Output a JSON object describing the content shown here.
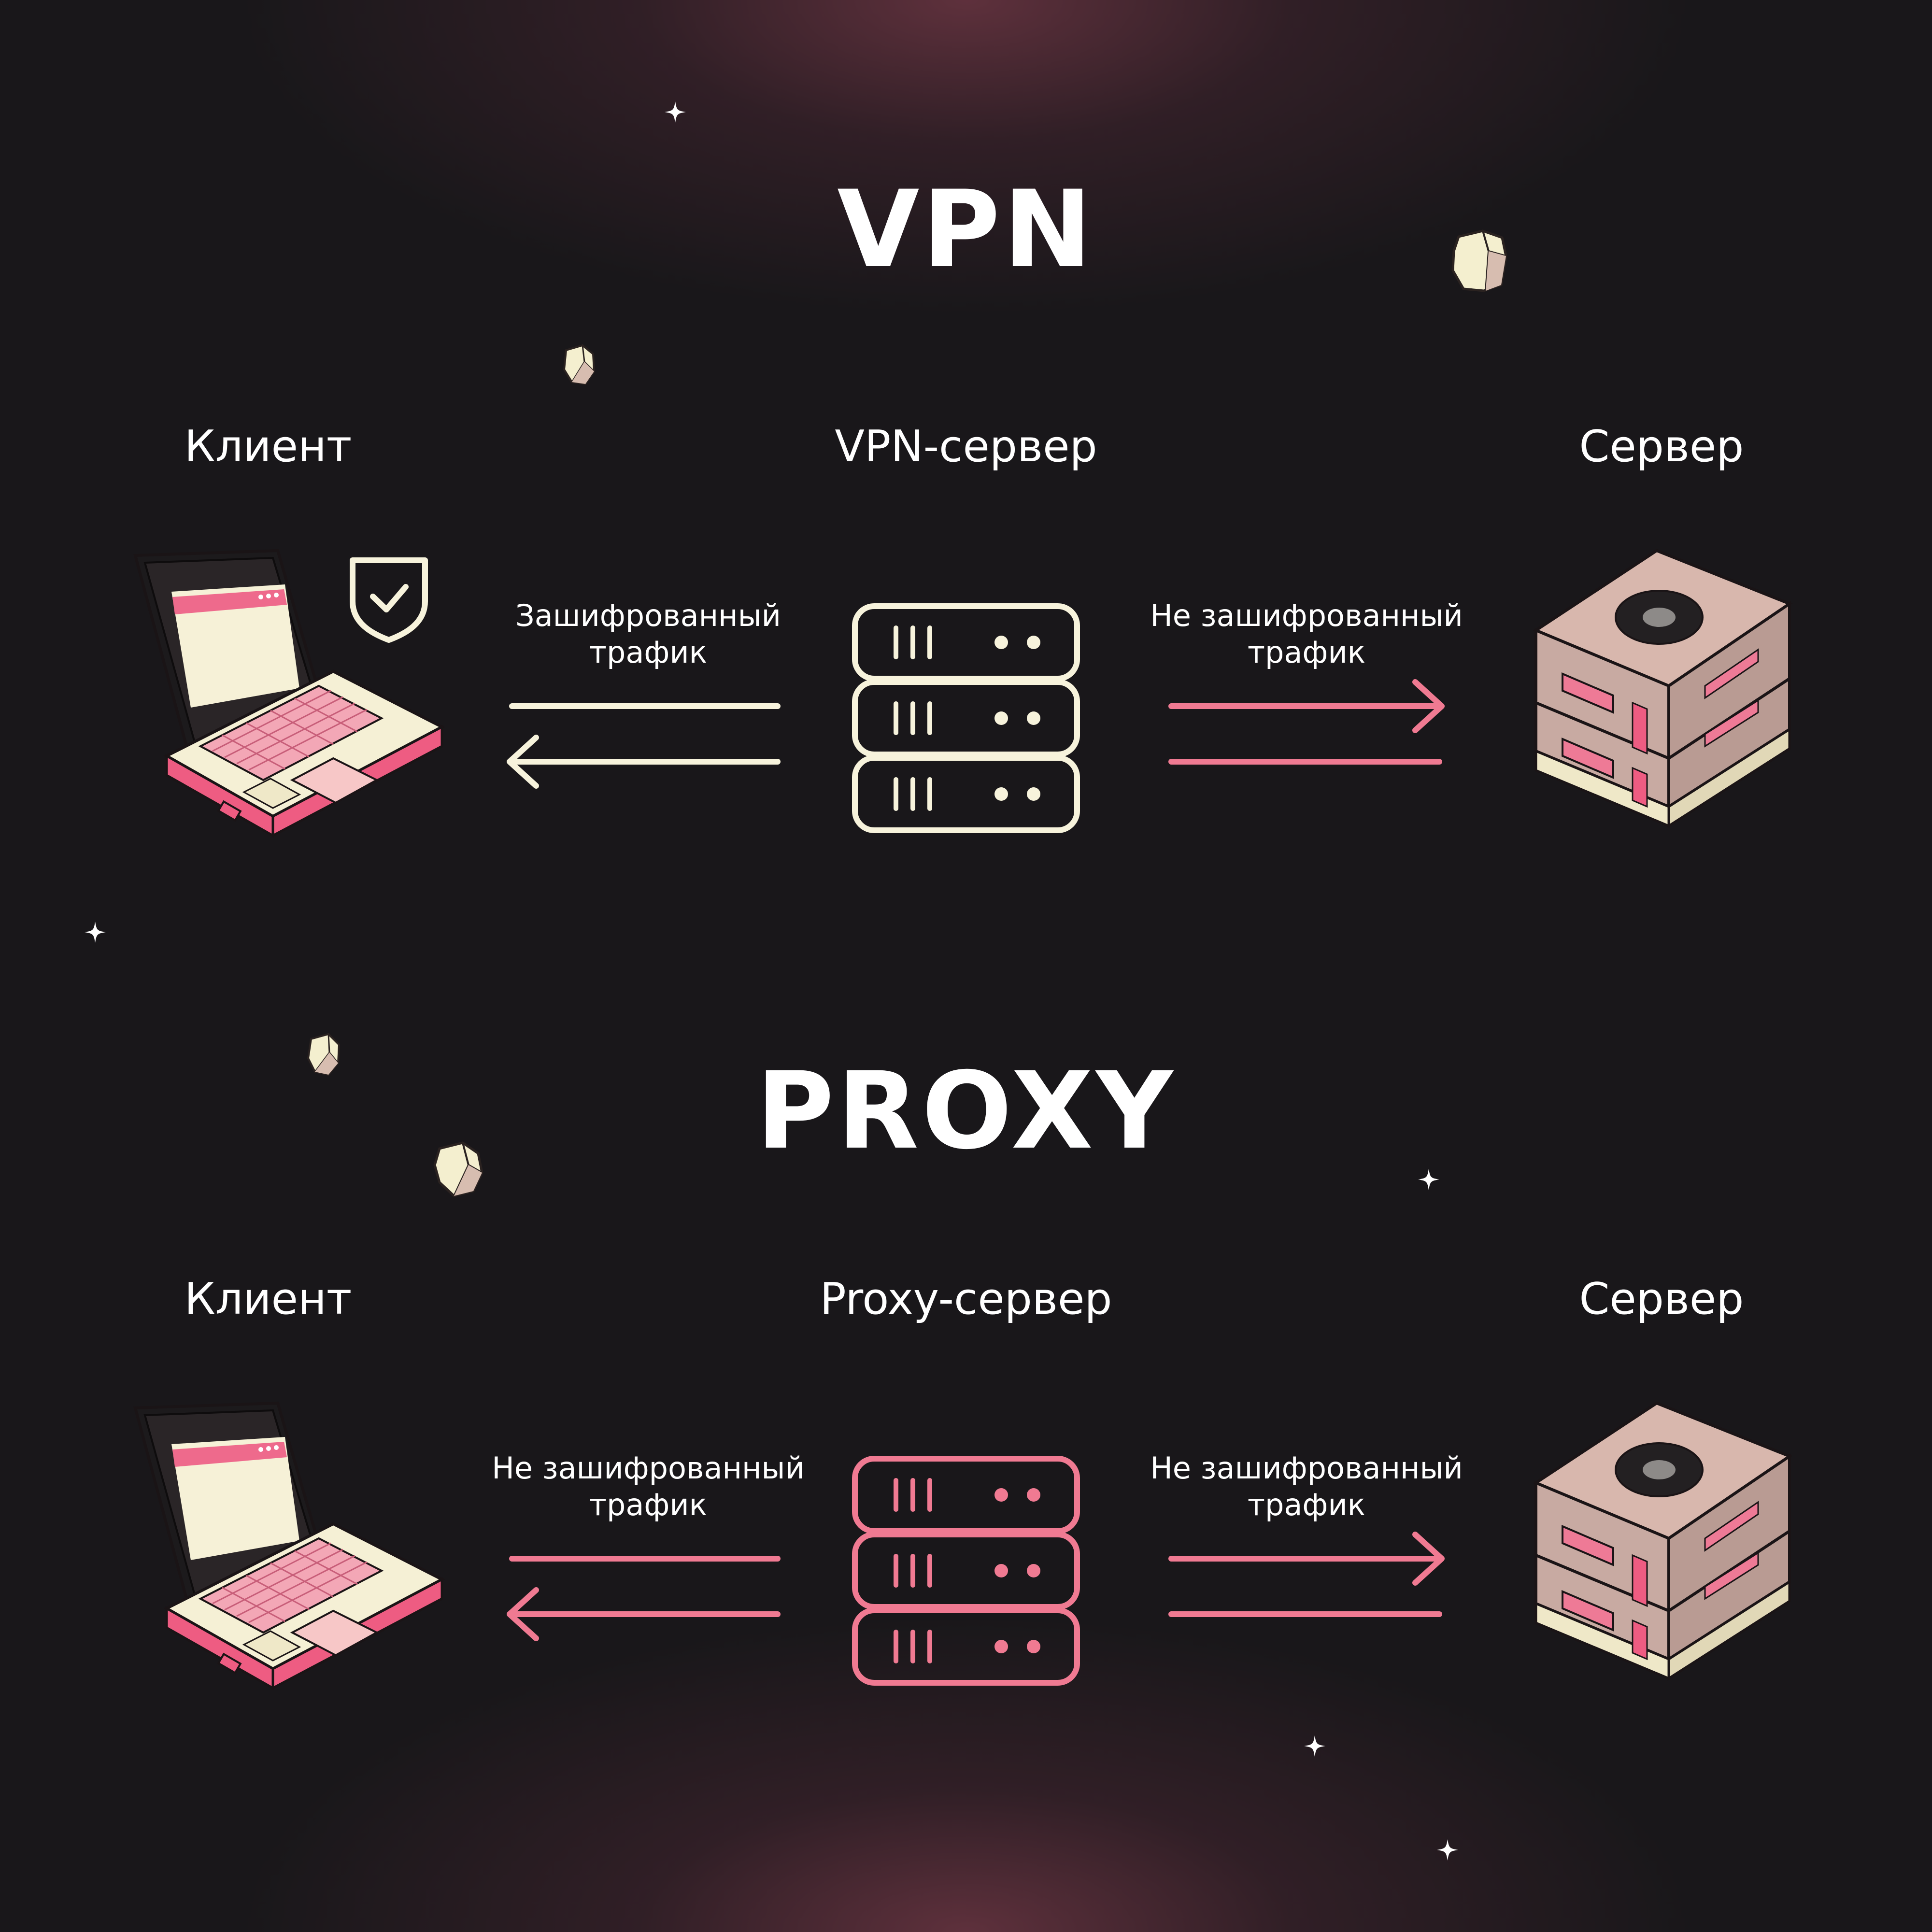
{
  "vpn": {
    "title": "VPN",
    "client_label": "Клиент",
    "middle_label": "VPN-сервер",
    "server_label": "Сервер",
    "left_traffic": [
      "Зашифрованный",
      "трафик"
    ],
    "right_traffic": [
      "Не зашифрованный",
      "трафик"
    ]
  },
  "proxy": {
    "title": "PROXY",
    "client_label": "Клиент",
    "middle_label": "Proxy-сервер",
    "server_label": "Сервер",
    "left_traffic": [
      "Не зашифрованный",
      "трафик"
    ],
    "right_traffic": [
      "Не зашифрованный",
      "трафик"
    ]
  },
  "colors": {
    "background": "#19171a",
    "cream": "#f7f3dc",
    "pink": "#f07a92",
    "server_box": "#c8aaa2"
  },
  "icons": [
    "laptop-icon",
    "shield-check-icon",
    "server-rack-icon",
    "server-box-icon",
    "sparkle-icon",
    "rock-icon"
  ]
}
